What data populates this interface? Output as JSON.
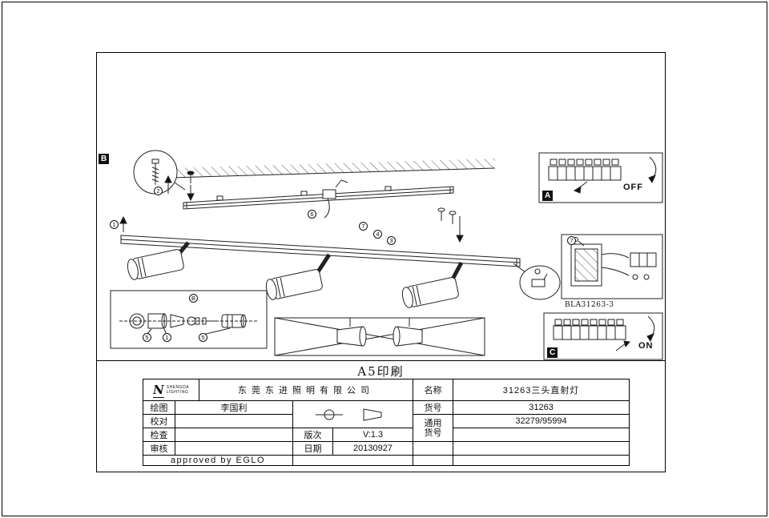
{
  "sheet": {
    "print_note": "A5印刷",
    "sections": {
      "a": "A",
      "b": "B",
      "c": "C"
    },
    "switch": {
      "off": "OFF",
      "on": "ON"
    },
    "part_code": "BLA31263-3",
    "callouts": [
      "2",
      "1",
      "6",
      "7",
      "4",
      "3",
      "B",
      "5",
      "1",
      "5",
      "7"
    ]
  },
  "title_block": {
    "logo": {
      "mark": "N",
      "line1": "SHENGDA",
      "line2": "LIGHTING"
    },
    "company": "东莞东进照明有限公司",
    "name_label": "名称",
    "name_value": "31263三头直射灯",
    "item_label": "货号",
    "item_value": "31263",
    "common_label_1": "通用",
    "common_label_2": "货号",
    "common_value": "32279/95994",
    "draw_label": "绘图",
    "draw_value": "李国利",
    "proof_label": "校对",
    "inspect_label": "检查",
    "review_label": "审核",
    "version_label": "版次",
    "version_value": "V:1.3",
    "date_label": "日期",
    "date_value": "20130927",
    "approved": "approved by EGLO"
  }
}
